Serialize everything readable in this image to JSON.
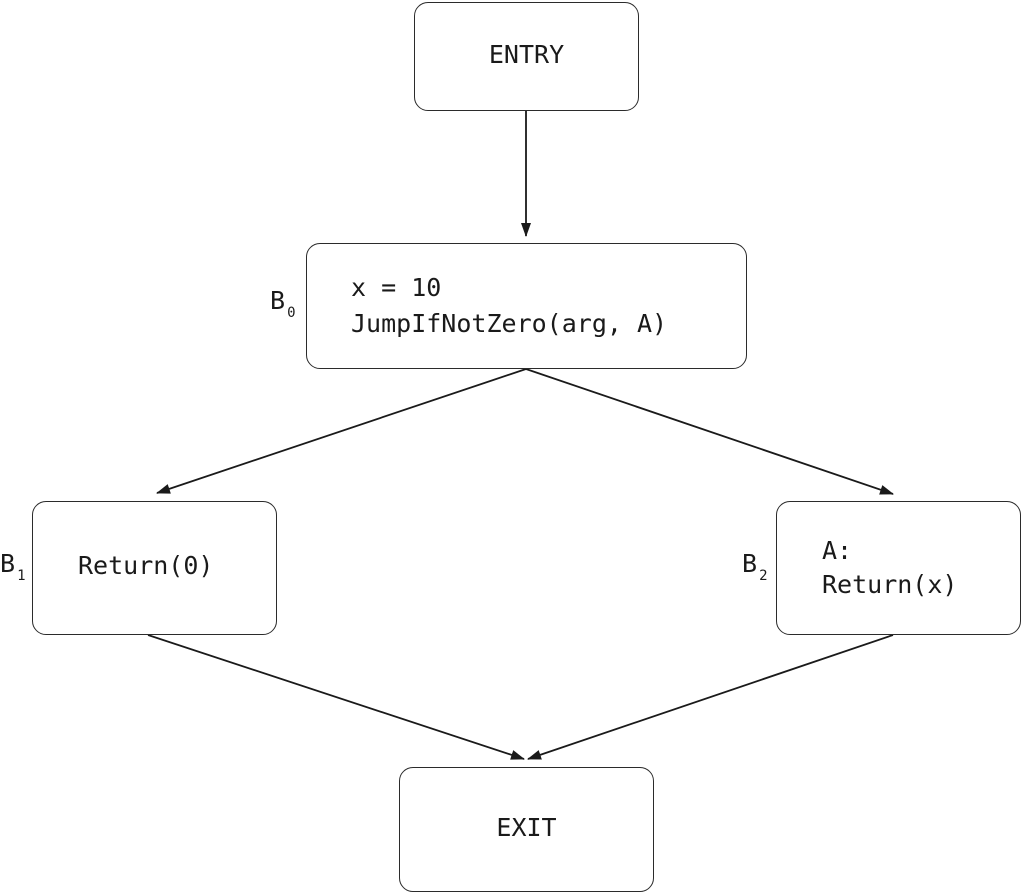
{
  "nodes": {
    "entry": {
      "label": "ENTRY"
    },
    "b0": {
      "name": "B",
      "sub": "0",
      "line1": "x = 10",
      "line2": "JumpIfNotZero(arg, A)"
    },
    "b1": {
      "name": "B",
      "sub": "1",
      "line1": "Return(0)"
    },
    "b2": {
      "name": "B",
      "sub": "2",
      "line1": "A:",
      "line2": "Return(x)"
    },
    "exit": {
      "label": "EXIT"
    }
  },
  "edges": [
    {
      "from": "ENTRY",
      "to": "B0"
    },
    {
      "from": "B0",
      "to": "B1"
    },
    {
      "from": "B0",
      "to": "B2"
    },
    {
      "from": "B1",
      "to": "EXIT"
    },
    {
      "from": "B2",
      "to": "EXIT"
    }
  ]
}
